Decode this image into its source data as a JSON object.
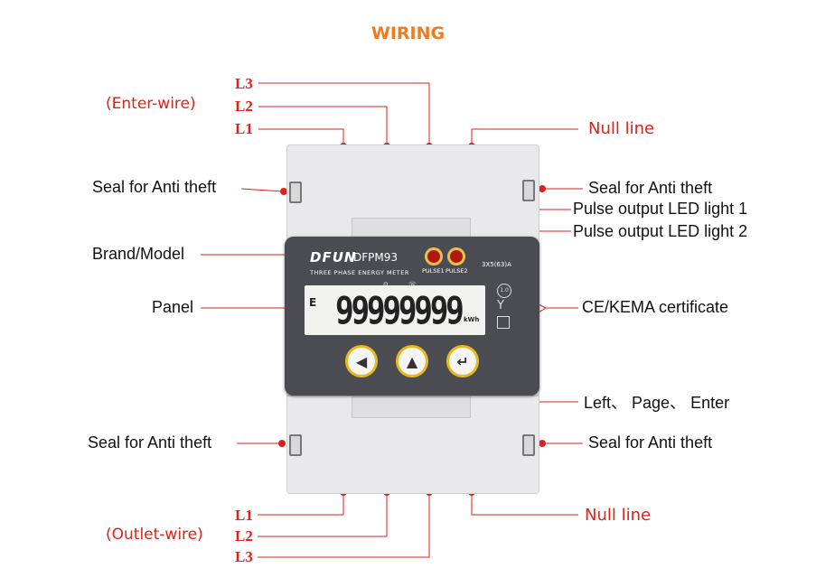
{
  "title": "WIRING",
  "labels": {
    "enter_wire": "(Enter-wire)",
    "outlet_wire": "(Outlet-wire)",
    "l1": "L1",
    "l2": "L2",
    "l3": "L3",
    "null_line": "Null line",
    "seal": "Seal for Anti theft",
    "pulse1": "Pulse output LED light 1",
    "pulse2": "Pulse output LED light 2",
    "brand_model": "Brand/Model",
    "panel": "Panel",
    "cert": "CE/KEMA certificate",
    "buttons": "Left、 Page、 Enter"
  },
  "device": {
    "brand": "DFUN",
    "model": "DFPM93",
    "subtitle": "THREE PHASE ENERGY METER",
    "pulse1_label": "PULSE1",
    "pulse2_label": "PULSE2",
    "rating": "3X5(63)A",
    "lcd_prefix": "E",
    "lcd_value": "99999999",
    "lcd_unit": "kWh",
    "class": "1.0",
    "buttons": [
      {
        "name": "left",
        "icon": "left-arrow-icon",
        "glyph": "◀"
      },
      {
        "name": "page",
        "icon": "up-arrow-icon",
        "glyph": "▲"
      },
      {
        "name": "enter",
        "icon": "enter-icon",
        "glyph": "↵"
      }
    ]
  },
  "colors": {
    "title": "#f07a1e",
    "leader": "#e0201a",
    "dot": "#e0201a",
    "button_ring": "#e8b820",
    "panel": "#4a4c52"
  }
}
